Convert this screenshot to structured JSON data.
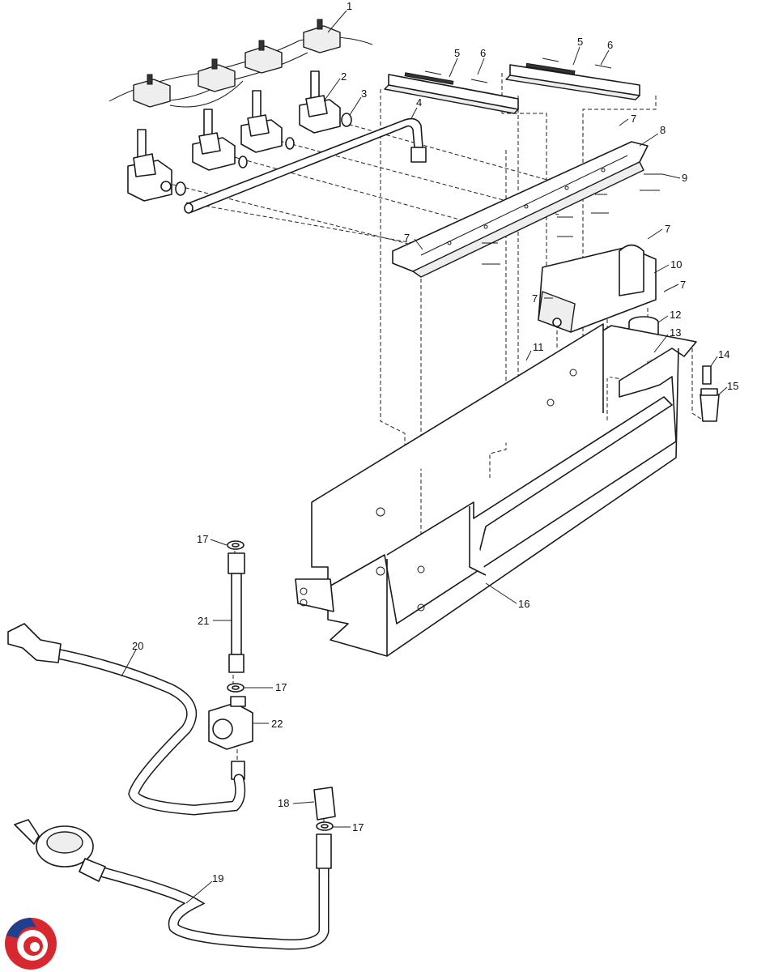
{
  "diagram": {
    "callouts": [
      {
        "id": "c1",
        "text": "1"
      },
      {
        "id": "c2",
        "text": "2"
      },
      {
        "id": "c3",
        "text": "3"
      },
      {
        "id": "c4",
        "text": "4"
      },
      {
        "id": "c5a",
        "text": "5"
      },
      {
        "id": "c6a",
        "text": "6"
      },
      {
        "id": "c5b",
        "text": "5"
      },
      {
        "id": "c6b",
        "text": "6"
      },
      {
        "id": "c7a",
        "text": "7"
      },
      {
        "id": "c8",
        "text": "8"
      },
      {
        "id": "c9",
        "text": "9"
      },
      {
        "id": "c7b",
        "text": "7"
      },
      {
        "id": "c7c",
        "text": "7"
      },
      {
        "id": "c10",
        "text": "10"
      },
      {
        "id": "c7d",
        "text": "7"
      },
      {
        "id": "c7e",
        "text": "7"
      },
      {
        "id": "c12",
        "text": "12"
      },
      {
        "id": "c13",
        "text": "13"
      },
      {
        "id": "c11",
        "text": "11"
      },
      {
        "id": "c14",
        "text": "14"
      },
      {
        "id": "c15",
        "text": "15"
      },
      {
        "id": "c16",
        "text": "16"
      },
      {
        "id": "c17a",
        "text": "17"
      },
      {
        "id": "c21",
        "text": "21"
      },
      {
        "id": "c20",
        "text": "20"
      },
      {
        "id": "c17b",
        "text": "17"
      },
      {
        "id": "c22",
        "text": "22"
      },
      {
        "id": "c18",
        "text": "18"
      },
      {
        "id": "c17c",
        "text": "17"
      },
      {
        "id": "c19",
        "text": "19"
      }
    ],
    "logo_colors": {
      "red": "#d7282f",
      "blue": "#1f3f8f"
    }
  }
}
